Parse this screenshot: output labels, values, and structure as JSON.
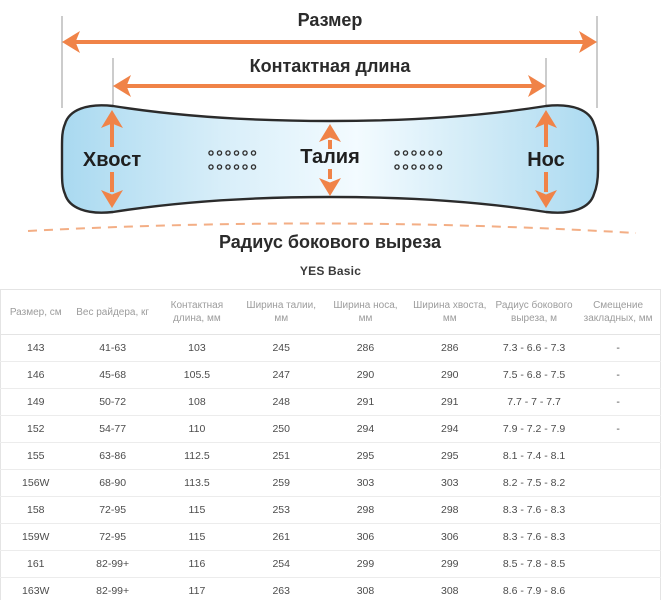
{
  "diagram": {
    "size_label": "Размер",
    "contact_length_label": "Контактная длина",
    "tail_label": "Хвост",
    "waist_label": "Талия",
    "nose_label": "Нос",
    "sidecut_label": "Радиус бокового выреза",
    "colors": {
      "arrow_orange": "#F08348",
      "sidecut_dash_orange": "#F3AE85",
      "board_edge": "#2b2b2b",
      "board_fill_light": "#F3FBFF",
      "board_fill_blue": "#ABDAF1",
      "guide_line_gray": "#9a9a9a",
      "insert_dot": "#2f2f2f"
    },
    "icons": {
      "insert_dots": "binding-insert-holes"
    }
  },
  "table": {
    "title": "YES Basic",
    "columns": [
      "Размер, см",
      "Вес райдера, кг",
      "Контактная длина, мм",
      "Ширина талии, мм",
      "Ширина носа, мм",
      "Ширина хвоста, мм",
      "Радиус бокового выреза, м",
      "Смещение закладных, мм"
    ],
    "rows": [
      [
        "143",
        "41-63",
        "103",
        "245",
        "286",
        "286",
        "7.3 - 6.6 - 7.3",
        "-"
      ],
      [
        "146",
        "45-68",
        "105.5",
        "247",
        "290",
        "290",
        "7.5 - 6.8 - 7.5",
        "-"
      ],
      [
        "149",
        "50-72",
        "108",
        "248",
        "291",
        "291",
        "7.7 - 7 - 7.7",
        "-"
      ],
      [
        "152",
        "54-77",
        "110",
        "250",
        "294",
        "294",
        "7.9 - 7.2 - 7.9",
        "-"
      ],
      [
        "155",
        "63-86",
        "112.5",
        "251",
        "295",
        "295",
        "8.1 - 7.4 - 8.1",
        ""
      ],
      [
        "156W",
        "68-90",
        "113.5",
        "259",
        "303",
        "303",
        "8.2 - 7.5 - 8.2",
        ""
      ],
      [
        "158",
        "72-95",
        "115",
        "253",
        "298",
        "298",
        "8.3 - 7.6 - 8.3",
        ""
      ],
      [
        "159W",
        "72-95",
        "115",
        "261",
        "306",
        "306",
        "8.3 - 7.6 - 8.3",
        ""
      ],
      [
        "161",
        "82-99+",
        "116",
        "254",
        "299",
        "299",
        "8.5 - 7.8 - 8.5",
        ""
      ],
      [
        "163W",
        "82-99+",
        "117",
        "263",
        "308",
        "308",
        "8.6 - 7.9 - 8.6",
        ""
      ]
    ]
  }
}
